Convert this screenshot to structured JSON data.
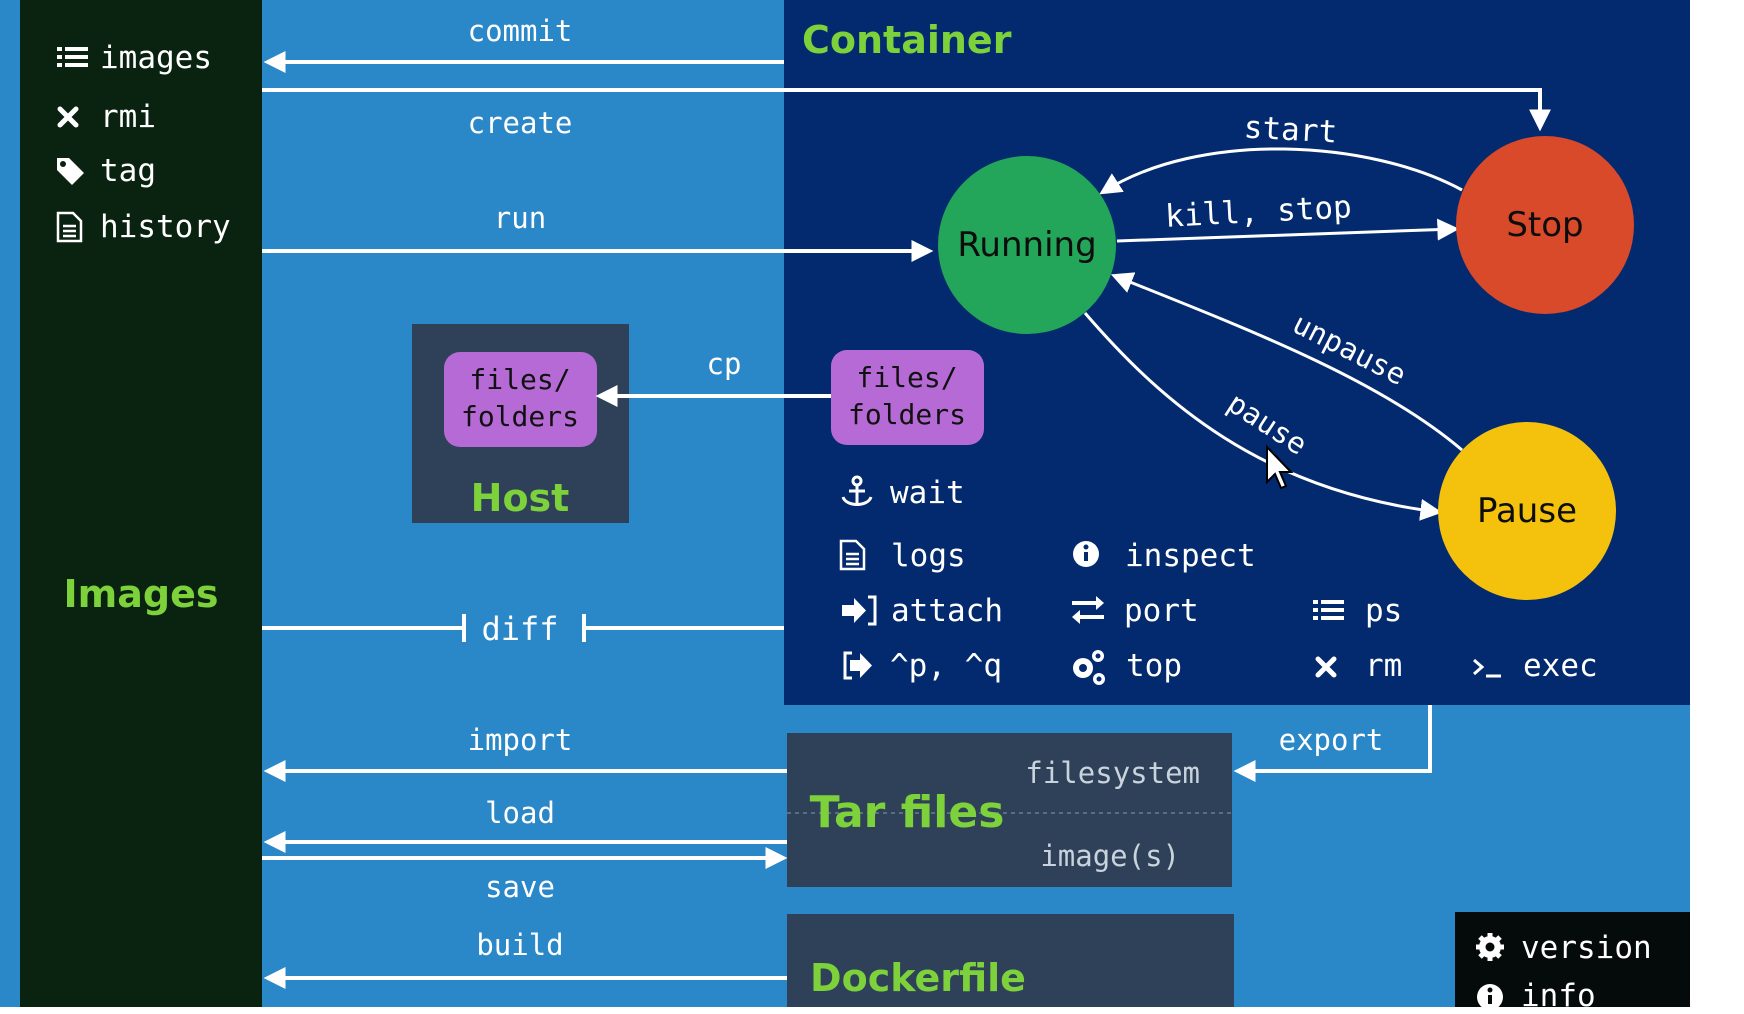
{
  "images_panel": {
    "title": "Images",
    "items": [
      {
        "icon": "list-icon",
        "label": "images"
      },
      {
        "icon": "close-icon",
        "label": "rmi"
      },
      {
        "icon": "tag-icon",
        "label": "tag"
      },
      {
        "icon": "document-icon",
        "label": "history"
      }
    ]
  },
  "arrows": {
    "commit": "commit",
    "create": "create",
    "run": "run",
    "cp": "cp",
    "diff": "diff",
    "import": "import",
    "load": "load",
    "save": "save",
    "build": "build",
    "export": "export",
    "start": "start",
    "kill_stop": "kill, stop",
    "unpause": "unpause",
    "pause": "pause"
  },
  "container": {
    "title": "Container",
    "states": {
      "running": "Running",
      "stop": "Stop",
      "pause": "Pause"
    },
    "files_label_1": "files/",
    "files_label_2": "folders",
    "commands": [
      {
        "icon": "anchor-icon",
        "label": "wait"
      },
      {
        "icon": "document-icon",
        "label": "logs"
      },
      {
        "icon": "info-icon",
        "label": "inspect"
      },
      {
        "icon": "sign-in-icon",
        "label": "attach"
      },
      {
        "icon": "exchange-icon",
        "label": "port"
      },
      {
        "icon": "list-icon",
        "label": "ps"
      },
      {
        "icon": "sign-out-icon",
        "label": "^p, ^q"
      },
      {
        "icon": "gears-icon",
        "label": "top"
      },
      {
        "icon": "close-icon",
        "label": "rm"
      },
      {
        "icon": "terminal-icon",
        "label": "exec"
      }
    ]
  },
  "host": {
    "title": "Host",
    "files_label_1": "files/",
    "files_label_2": "folders"
  },
  "tar": {
    "title": "Tar files",
    "filesystem": "filesystem",
    "images": "image(s)"
  },
  "dockerfile": {
    "title": "Dockerfile"
  },
  "system": {
    "items": [
      {
        "icon": "gear-icon",
        "label": "version"
      },
      {
        "icon": "info-icon",
        "label": "info"
      }
    ]
  },
  "colors": {
    "background": "#2a87c8",
    "images_panel": "#0a2310",
    "container_panel": "#032a6e",
    "dark_box": "#2f4158",
    "green_title": "#7dd13a",
    "running": "#23a55a",
    "stop": "#d84a2a",
    "pause": "#f4c20d",
    "files_box": "#b66ad6"
  }
}
